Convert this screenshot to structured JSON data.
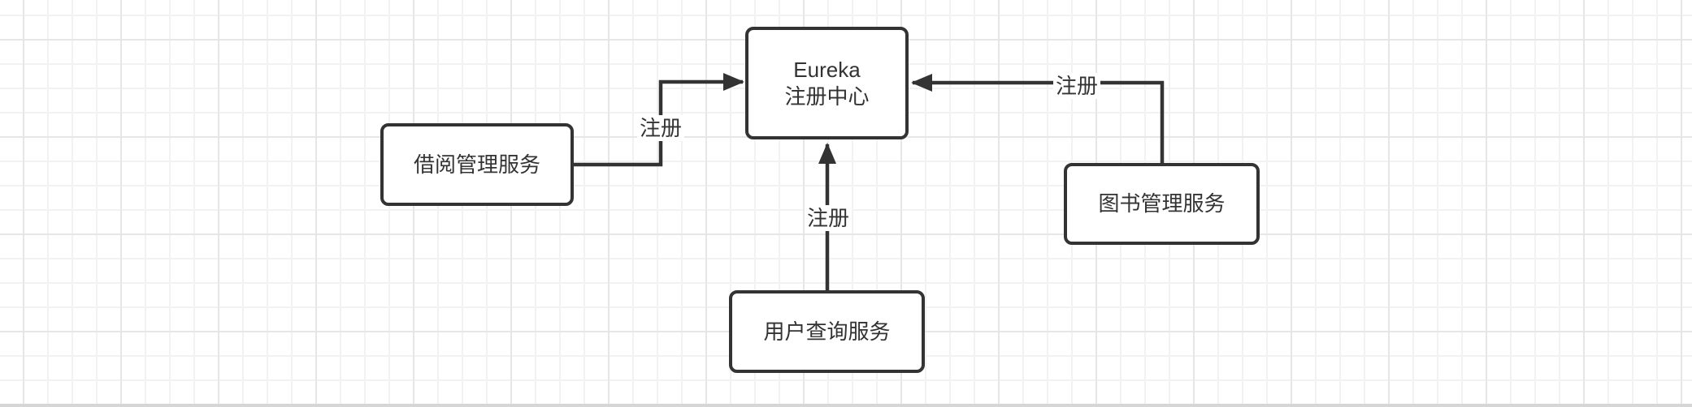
{
  "diagram": {
    "nodes": {
      "eureka": {
        "line1": "Eureka",
        "line2": "注册中心"
      },
      "borrow_service": {
        "label": "借阅管理服务"
      },
      "book_service": {
        "label": "图书管理服务"
      },
      "user_service": {
        "label": "用户查询服务"
      }
    },
    "edges": {
      "borrow_to_eureka": {
        "label": "注册"
      },
      "book_to_eureka": {
        "label": "注册"
      },
      "user_to_eureka": {
        "label": "注册"
      }
    },
    "colors": {
      "stroke": "#333333",
      "node_fill": "#ffffff",
      "text": "#333333",
      "grid_minor": "#f2f2f4",
      "grid_major": "#e6e6e8",
      "background": "#ffffff"
    }
  }
}
